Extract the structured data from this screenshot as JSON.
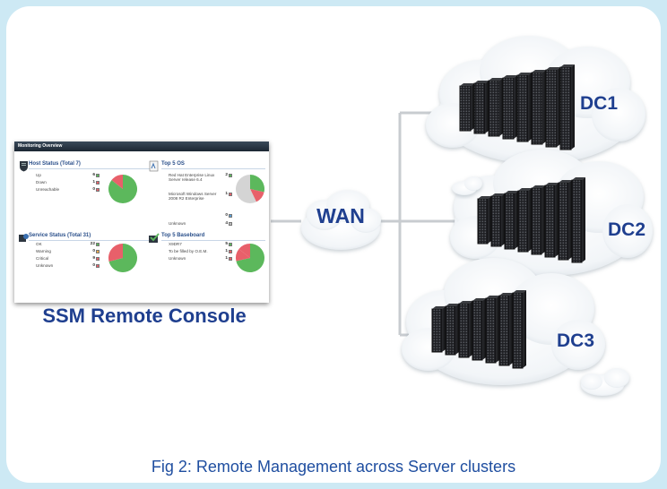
{
  "console": {
    "header": "Monitoring Overview",
    "title": "SSM Remote Console",
    "host_status": {
      "title": "Host Status (Total 7)",
      "rows": [
        {
          "label": "Up",
          "value": "6",
          "color": "#5cb85c"
        },
        {
          "label": "Down",
          "value": "1",
          "color": "#e8606a"
        },
        {
          "label": "Unreachable",
          "value": "0",
          "color": "#e8606a"
        }
      ]
    },
    "top_os": {
      "title": "Top 5 OS",
      "rows": [
        {
          "label": "Red Hat Enterprise Linux Server release 6.4",
          "value": "2",
          "color": "#5cb85c"
        },
        {
          "label": "Microsoft Windows Server 2008 R2 Enterprise",
          "value": "1",
          "color": "#e8606a"
        },
        {
          "label": "",
          "value": "0",
          "color": "#5aa0d8"
        },
        {
          "label": "Unknown",
          "value": "4",
          "color": "#bbbbbb"
        }
      ]
    },
    "service_status": {
      "title": "Service Status (Total 31)",
      "rows": [
        {
          "label": "OK",
          "value": "22",
          "color": "#5cb85c"
        },
        {
          "label": "Warning",
          "value": "0",
          "color": "#f0ad4e"
        },
        {
          "label": "Critical",
          "value": "9",
          "color": "#e8606a"
        },
        {
          "label": "Unknown",
          "value": "0",
          "color": "#e8606a"
        }
      ]
    },
    "top_baseboard": {
      "title": "Top 5 Baseboard",
      "rows": [
        {
          "label": "X9DR7",
          "value": "5",
          "color": "#5cb85c"
        },
        {
          "label": "To be filled by O.E.M.",
          "value": "1",
          "color": "#e8606a"
        },
        {
          "label": "Unknown",
          "value": "1",
          "color": "#e8606a"
        }
      ]
    }
  },
  "wan_label": "WAN",
  "datacenters": [
    "DC1",
    "DC2",
    "DC3"
  ],
  "caption": "Fig 2: Remote Management across Server clusters",
  "colors": {
    "label_blue": "#1f3f8f",
    "connector": "#c8ccd0",
    "background": "#cde9f4",
    "pie_green": "#5cb85c",
    "pie_red": "#e8606a",
    "pie_grey": "#d4d4d4"
  }
}
